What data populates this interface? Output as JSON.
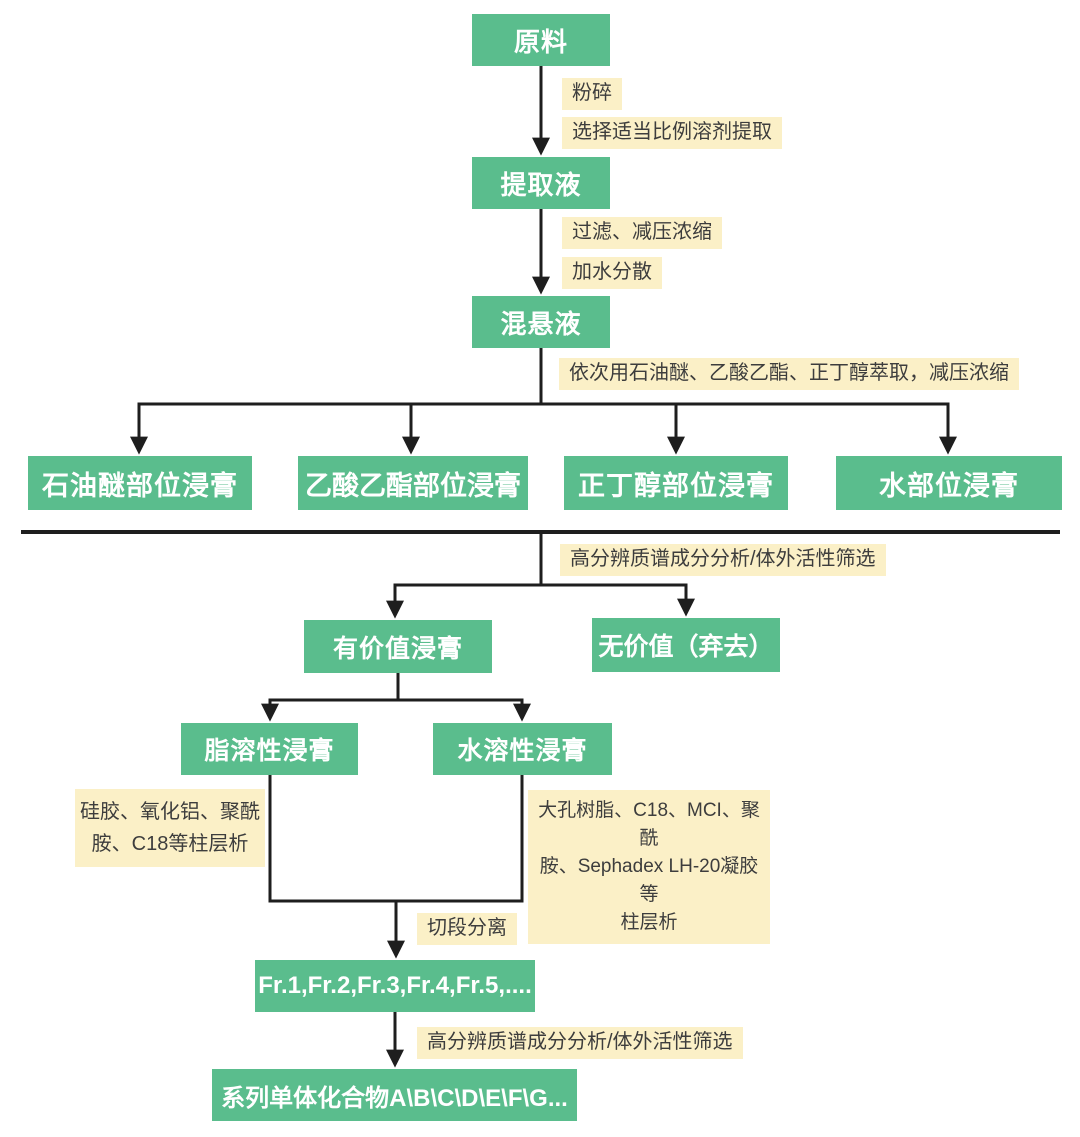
{
  "diagram_type": "flowchart",
  "language": "zh-CN",
  "colors": {
    "node_fill": "#5ABD8D",
    "node_text": "#FFFFFF",
    "step_label_fill": "#FBF0C7",
    "step_label_text": "#3D3D3D",
    "connector": "#1E1E1E",
    "background": "#FFFFFF"
  },
  "nodes": {
    "raw_material": "原料",
    "extract_solution": "提取液",
    "suspension": "混悬液",
    "petroleum_ether_extract": "石油醚部位浸膏",
    "ethyl_acetate_extract": "乙酸乙酯部位浸膏",
    "n_butanol_extract": "正丁醇部位浸膏",
    "water_extract": "水部位浸膏",
    "valuable_extract": "有价值浸膏",
    "worthless_extract": "无价值（弃去）",
    "lipid_soluble_extract": "脂溶性浸膏",
    "water_soluble_extract": "水溶性浸膏",
    "fractions": "Fr.1,Fr.2,Fr.3,Fr.4,Fr.5,....",
    "monomer_compounds": "系列单体化合物A\\B\\C\\D\\E\\F\\G..."
  },
  "step_labels": {
    "crush": "粉碎",
    "solvent_extraction": "选择适当比例溶剂提取",
    "filter_concentrate": "过滤、减压浓缩",
    "add_water_disperse": "加水分散",
    "sequential_extraction": "依次用石油醚、乙酸乙酯、正丁醇萃取，减压浓缩",
    "hrms_activity_screening_1": "高分辨质谱成分分析/体外活性筛选",
    "silica_column_chromatography": {
      "lines": [
        "硅胶、氧化铝、聚酰",
        "胺、C18等柱层析"
      ]
    },
    "resin_column_chromatography": {
      "lines": [
        "大孔树脂、C18、MCI、聚酰",
        "胺、Sephadex LH-20凝胶等",
        "柱层析"
      ]
    },
    "segment_separation": "切段分离",
    "hrms_activity_screening_2": "高分辨质谱成分分析/体外活性筛选"
  }
}
